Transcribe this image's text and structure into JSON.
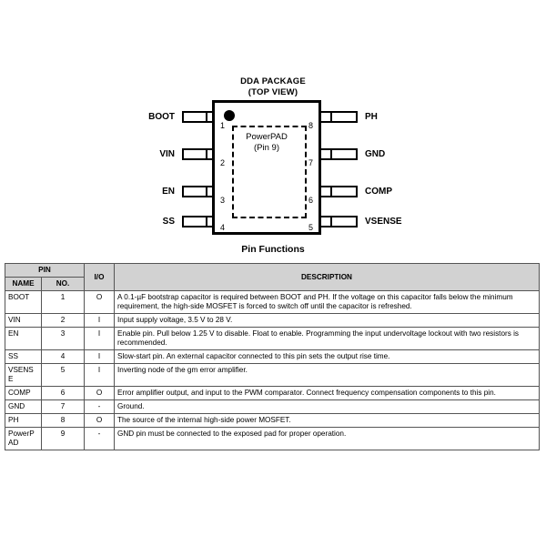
{
  "package_diagram": {
    "title_line1": "DDA PACKAGE",
    "title_line2": "(TOP VIEW)",
    "powerpad_label_line1": "PowerPAD",
    "powerpad_label_line2": "(Pin 9)",
    "left_pins": [
      {
        "number": "1",
        "label": "BOOT"
      },
      {
        "number": "2",
        "label": "VIN"
      },
      {
        "number": "3",
        "label": "EN"
      },
      {
        "number": "4",
        "label": "SS"
      }
    ],
    "right_pins": [
      {
        "number": "8",
        "label": "PH"
      },
      {
        "number": "7",
        "label": "GND"
      },
      {
        "number": "6",
        "label": "COMP"
      },
      {
        "number": "5",
        "label": "VSENSE"
      }
    ]
  },
  "pin_functions": {
    "title": "Pin Functions",
    "headers": {
      "pin_group": "PIN",
      "name": "NAME",
      "no": "NO.",
      "io": "I/O",
      "description": "DESCRIPTION"
    },
    "rows": [
      {
        "name": "BOOT",
        "no": "1",
        "io": "O",
        "description": "A 0.1-µF bootstrap capacitor is required between BOOT and PH. If the voltage on this capacitor falls below the minimum requirement, the high-side MOSFET is forced to switch off until the capacitor is refreshed."
      },
      {
        "name": "VIN",
        "no": "2",
        "io": "I",
        "description": "Input supply voltage, 3.5 V to 28 V."
      },
      {
        "name": "EN",
        "no": "3",
        "io": "I",
        "description": "Enable pin. Pull below 1.25 V to disable. Float to enable. Programming the input undervoltage lockout with two resistors is recommended."
      },
      {
        "name": "SS",
        "no": "4",
        "io": "I",
        "description": "Slow-start pin. An external capacitor connected to this pin sets the output rise time."
      },
      {
        "name": "VSENSE",
        "no": "5",
        "io": "I",
        "description": "Inverting node of the gm error amplifier."
      },
      {
        "name": "COMP",
        "no": "6",
        "io": "O",
        "description": "Error amplifier output, and input to the PWM comparator. Connect frequency compensation components to this pin."
      },
      {
        "name": "GND",
        "no": "7",
        "io": "-",
        "description": "Ground."
      },
      {
        "name": "PH",
        "no": "8",
        "io": "O",
        "description": "The source of the internal high-side power MOSFET."
      },
      {
        "name": "PowerPAD",
        "no": "9",
        "io": "-",
        "description": "GND pin must be connected to the exposed pad for proper operation."
      }
    ]
  }
}
